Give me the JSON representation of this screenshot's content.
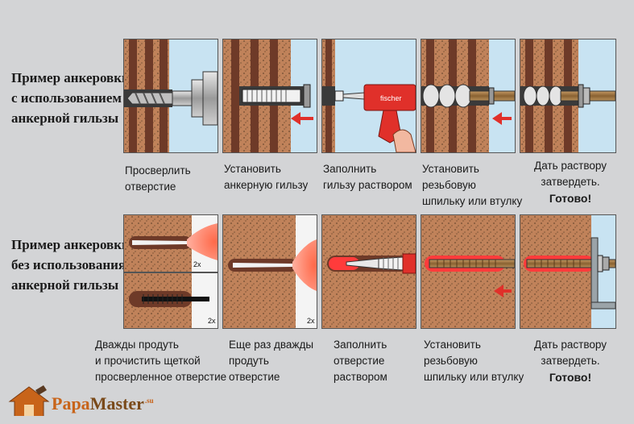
{
  "row1": {
    "title": [
      "Пример анкеровки",
      "с использованием",
      "анкерной гильзы"
    ],
    "captions": [
      [
        "Просверлить",
        "отверстие"
      ],
      [
        "Установить",
        "анкерную гильзу"
      ],
      [
        "Заполнить",
        "гильзу раствором"
      ],
      [
        "Установить",
        "резьбовую",
        "шпильку или втулку"
      ],
      [
        "Дать раствору",
        "затвердеть.",
        "Готово!"
      ]
    ],
    "gun_brand": "fischer"
  },
  "row2": {
    "title": [
      "Пример анкеровки",
      "без использования",
      "анкерной гильзы"
    ],
    "captions": [
      [
        "Дважды продуть",
        "и прочистить щеткой",
        "просверленное отверстие"
      ],
      [
        "Еще раз дважды",
        "продуть",
        "отверстие"
      ],
      [
        "Заполнить",
        "отверстие",
        "раствором"
      ],
      [
        "Установить",
        "резьбовую",
        "шпильку или втулку"
      ],
      [
        "Дать раствору",
        "затвердеть.",
        "Готово!"
      ]
    ],
    "badges": [
      "2x",
      "2x",
      "2x"
    ]
  },
  "logo": {
    "brand_part1": "Papa",
    "brand_part2": "Master",
    "suffix": ".su"
  },
  "colors": {
    "brick": "#c0825a",
    "mortar_column": "#6e3a28",
    "sky": "#c8e3f2",
    "arrow": "#e0302a",
    "mortar_red": "#ff3b3b"
  }
}
